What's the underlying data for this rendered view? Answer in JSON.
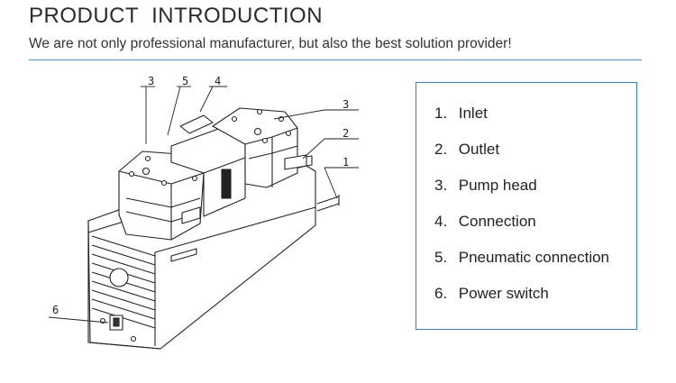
{
  "header": {
    "title": "PRODUCT  INTRODUCTION",
    "subtitle": "We are not only professional manufacturer, but also the best solution provider!"
  },
  "diagram": {
    "callouts": [
      "3",
      "5",
      "4",
      "3",
      "2",
      "1",
      "6"
    ]
  },
  "legend": {
    "items": [
      {
        "num": "1.",
        "label": "Inlet"
      },
      {
        "num": "2.",
        "label": "Outlet"
      },
      {
        "num": "3.",
        "label": "Pump head"
      },
      {
        "num": "4.",
        "label": "Connection"
      },
      {
        "num": "5.",
        "label": "Pneumatic connection"
      },
      {
        "num": "6.",
        "label": "Power switch"
      }
    ]
  },
  "colors": {
    "accent": "#3b7fc0",
    "rule": "#4a90c8",
    "line": "#222222"
  }
}
